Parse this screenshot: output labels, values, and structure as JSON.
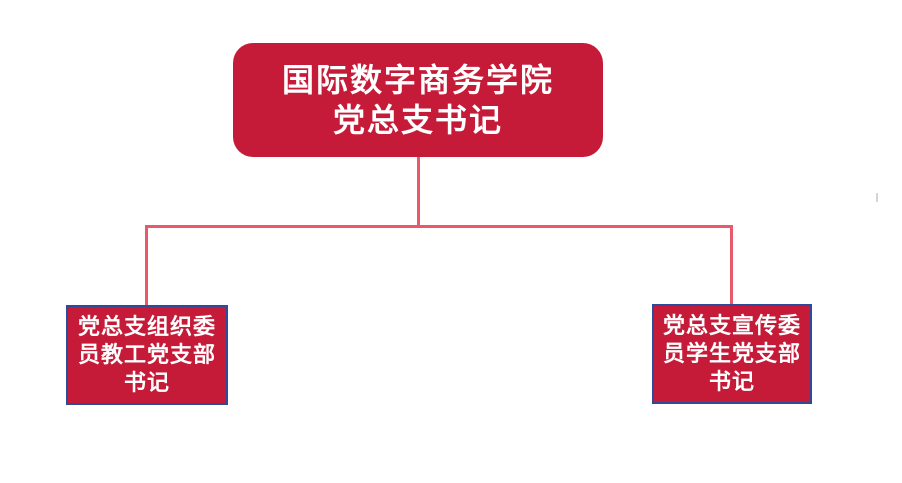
{
  "colors": {
    "box_fill": "#C51B38",
    "box_border": "#2E4B9B",
    "connector": "#E85A6B",
    "text_color": "#FFFFFF",
    "page_bg": "#FFFFFF"
  },
  "org_chart": {
    "type": "org-tree",
    "root": {
      "label": "国际数字商务学院党总支书记",
      "lines": [
        "国际数字商务学院",
        "党总支书记"
      ]
    },
    "children": [
      {
        "id": "left",
        "label": "党总支组织委员教工党支部书记",
        "lines": [
          "党总支组织委",
          "员教工党支部",
          "书记"
        ]
      },
      {
        "id": "right",
        "label": "党总支宣传委员学生党支部书记",
        "lines": [
          "党总支宣传委",
          "员学生党支部",
          "书记"
        ]
      }
    ]
  }
}
